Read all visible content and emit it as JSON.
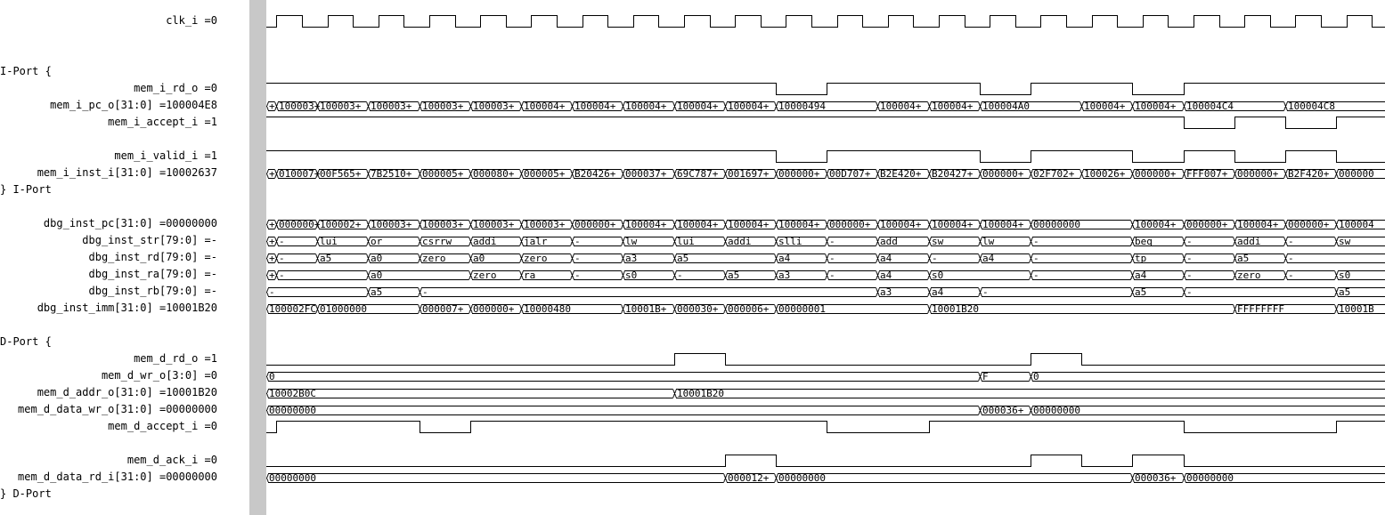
{
  "signal_names": [
    {
      "id": "clk",
      "text": "clk_i =0",
      "align": "right"
    },
    {
      "id": "iport-open",
      "text": "I-Port {",
      "align": "left"
    },
    {
      "id": "mem-i-rd",
      "text": "mem_i_rd_o =0",
      "align": "right"
    },
    {
      "id": "mem-i-pc",
      "text": "mem_i_pc_o[31:0] =100004E8",
      "align": "right"
    },
    {
      "id": "mem-i-accept",
      "text": "mem_i_accept_i =1",
      "align": "right"
    },
    {
      "id": "mem-i-valid",
      "text": "mem_i_valid_i =1",
      "align": "right"
    },
    {
      "id": "mem-i-inst",
      "text": "mem_i_inst_i[31:0] =10002637",
      "align": "right"
    },
    {
      "id": "iport-close",
      "text": "} I-Port",
      "align": "left"
    },
    {
      "id": "dbg-inst-pc",
      "text": "dbg_inst_pc[31:0] =00000000",
      "align": "right"
    },
    {
      "id": "dbg-inst-str",
      "text": "dbg_inst_str[79:0] =-",
      "align": "right"
    },
    {
      "id": "dbg-inst-rd",
      "text": "dbg_inst_rd[79:0] =-",
      "align": "right"
    },
    {
      "id": "dbg-inst-ra",
      "text": "dbg_inst_ra[79:0] =-",
      "align": "right"
    },
    {
      "id": "dbg-inst-rb",
      "text": "dbg_inst_rb[79:0] =-",
      "align": "right"
    },
    {
      "id": "dbg-inst-imm",
      "text": "dbg_inst_imm[31:0] =10001B20",
      "align": "right"
    },
    {
      "id": "dport-open",
      "text": "D-Port {",
      "align": "left"
    },
    {
      "id": "mem-d-rd",
      "text": "mem_d_rd_o =1",
      "align": "right"
    },
    {
      "id": "mem-d-wr",
      "text": "mem_d_wr_o[3:0] =0",
      "align": "right"
    },
    {
      "id": "mem-d-addr",
      "text": "mem_d_addr_o[31:0] =10001B20",
      "align": "right"
    },
    {
      "id": "mem-d-data-wr",
      "text": "mem_d_data_wr_o[31:0] =00000000",
      "align": "right"
    },
    {
      "id": "mem-d-accept",
      "text": "mem_d_accept_i =0",
      "align": "right"
    },
    {
      "id": "mem-d-ack",
      "text": "mem_d_ack_i =0",
      "align": "right"
    },
    {
      "id": "mem-d-data-rd",
      "text": "mem_d_data_rd_i[31:0] =00000000",
      "align": "right"
    },
    {
      "id": "dport-close",
      "text": "} D-Port",
      "align": "left"
    }
  ],
  "cycle_ticks": 22,
  "waves": [
    {
      "id": "mem-i-rd",
      "type": "bit",
      "initial": 1,
      "toggles": [
        10,
        11,
        14,
        15,
        17,
        18
      ]
    },
    {
      "id": "mem-i-pc",
      "type": "bus",
      "values": [
        {
          "s": 0,
          "e": 0.2,
          "v": "+"
        },
        {
          "s": 0.2,
          "e": 1,
          "v": "100003+"
        },
        {
          "s": 1,
          "e": 2,
          "v": "100003+"
        },
        {
          "s": 2,
          "e": 3,
          "v": "100003+"
        },
        {
          "s": 3,
          "e": 4,
          "v": "100003+"
        },
        {
          "s": 4,
          "e": 5,
          "v": "100003+"
        },
        {
          "s": 5,
          "e": 6,
          "v": "100004+"
        },
        {
          "s": 6,
          "e": 7,
          "v": "100004+"
        },
        {
          "s": 7,
          "e": 8,
          "v": "100004+"
        },
        {
          "s": 8,
          "e": 9,
          "v": "100004+"
        },
        {
          "s": 9,
          "e": 10,
          "v": "100004+"
        },
        {
          "s": 10,
          "e": 12,
          "v": "10000494"
        },
        {
          "s": 12,
          "e": 13,
          "v": "100004+"
        },
        {
          "s": 13,
          "e": 14,
          "v": "100004+"
        },
        {
          "s": 14,
          "e": 16,
          "v": "100004A0"
        },
        {
          "s": 16,
          "e": 17,
          "v": "100004+"
        },
        {
          "s": 17,
          "e": 18,
          "v": "100004+"
        },
        {
          "s": 18,
          "e": 20,
          "v": "100004C4"
        },
        {
          "s": 20,
          "e": 22,
          "v": "100004C8"
        }
      ]
    },
    {
      "id": "mem-i-accept",
      "type": "bit",
      "initial": 1,
      "toggles": [
        18,
        19,
        20,
        21
      ]
    },
    {
      "id": "mem-i-valid",
      "type": "bit",
      "initial": 1,
      "toggles": [
        10,
        11,
        14,
        15,
        17,
        18,
        19,
        20,
        21
      ]
    },
    {
      "id": "mem-i-inst",
      "type": "bus",
      "values": [
        {
          "s": 0,
          "e": 0.2,
          "v": "+"
        },
        {
          "s": 0.2,
          "e": 1,
          "v": "010007+"
        },
        {
          "s": 1,
          "e": 2,
          "v": "00F565+"
        },
        {
          "s": 2,
          "e": 3,
          "v": "7B2510+"
        },
        {
          "s": 3,
          "e": 4,
          "v": "000005+"
        },
        {
          "s": 4,
          "e": 5,
          "v": "000080+"
        },
        {
          "s": 5,
          "e": 6,
          "v": "000005+"
        },
        {
          "s": 6,
          "e": 7,
          "v": "B20426+"
        },
        {
          "s": 7,
          "e": 8,
          "v": "000037+"
        },
        {
          "s": 8,
          "e": 9,
          "v": "69C787+"
        },
        {
          "s": 9,
          "e": 10,
          "v": "001697+"
        },
        {
          "s": 10,
          "e": 11,
          "v": "000000+"
        },
        {
          "s": 11,
          "e": 12,
          "v": "00D707+"
        },
        {
          "s": 12,
          "e": 13,
          "v": "B2E420+"
        },
        {
          "s": 13,
          "e": 14,
          "v": "B20427+"
        },
        {
          "s": 14,
          "e": 15,
          "v": "000000+"
        },
        {
          "s": 15,
          "e": 16,
          "v": "02F702+"
        },
        {
          "s": 16,
          "e": 17,
          "v": "100026+"
        },
        {
          "s": 17,
          "e": 18,
          "v": "000000+"
        },
        {
          "s": 18,
          "e": 19,
          "v": "FFF007+"
        },
        {
          "s": 19,
          "e": 20,
          "v": "000000+"
        },
        {
          "s": 20,
          "e": 21,
          "v": "B2F420+"
        },
        {
          "s": 21,
          "e": 22,
          "v": "000000"
        }
      ]
    },
    {
      "id": "dbg-inst-pc",
      "type": "bus",
      "values": [
        {
          "s": 0,
          "e": 0.2,
          "v": "+"
        },
        {
          "s": 0.2,
          "e": 1,
          "v": "000000+"
        },
        {
          "s": 1,
          "e": 2,
          "v": "100002+"
        },
        {
          "s": 2,
          "e": 3,
          "v": "100003+"
        },
        {
          "s": 3,
          "e": 4,
          "v": "100003+"
        },
        {
          "s": 4,
          "e": 5,
          "v": "100003+"
        },
        {
          "s": 5,
          "e": 6,
          "v": "100003+"
        },
        {
          "s": 6,
          "e": 7,
          "v": "000000+"
        },
        {
          "s": 7,
          "e": 8,
          "v": "100004+"
        },
        {
          "s": 8,
          "e": 9,
          "v": "100004+"
        },
        {
          "s": 9,
          "e": 10,
          "v": "100004+"
        },
        {
          "s": 10,
          "e": 11,
          "v": "100004+"
        },
        {
          "s": 11,
          "e": 12,
          "v": "000000+"
        },
        {
          "s": 12,
          "e": 13,
          "v": "100004+"
        },
        {
          "s": 13,
          "e": 14,
          "v": "100004+"
        },
        {
          "s": 14,
          "e": 15,
          "v": "100004+"
        },
        {
          "s": 15,
          "e": 17,
          "v": "00000000"
        },
        {
          "s": 17,
          "e": 18,
          "v": "100004+"
        },
        {
          "s": 18,
          "e": 19,
          "v": "000000+"
        },
        {
          "s": 19,
          "e": 20,
          "v": "100004+"
        },
        {
          "s": 20,
          "e": 21,
          "v": "000000+"
        },
        {
          "s": 21,
          "e": 22,
          "v": "100004"
        }
      ]
    },
    {
      "id": "dbg-inst-str",
      "type": "bus",
      "values": [
        {
          "s": 0,
          "e": 0.2,
          "v": "+"
        },
        {
          "s": 0.2,
          "e": 1,
          "v": "-"
        },
        {
          "s": 1,
          "e": 2,
          "v": "lui"
        },
        {
          "s": 2,
          "e": 3,
          "v": "or"
        },
        {
          "s": 3,
          "e": 4,
          "v": "csrrw"
        },
        {
          "s": 4,
          "e": 5,
          "v": "addi"
        },
        {
          "s": 5,
          "e": 6,
          "v": "jalr"
        },
        {
          "s": 6,
          "e": 7,
          "v": "-"
        },
        {
          "s": 7,
          "e": 8,
          "v": "lw"
        },
        {
          "s": 8,
          "e": 9,
          "v": "lui"
        },
        {
          "s": 9,
          "e": 10,
          "v": "addi"
        },
        {
          "s": 10,
          "e": 11,
          "v": "slli"
        },
        {
          "s": 11,
          "e": 12,
          "v": "-"
        },
        {
          "s": 12,
          "e": 13,
          "v": "add"
        },
        {
          "s": 13,
          "e": 14,
          "v": "sw"
        },
        {
          "s": 14,
          "e": 15,
          "v": "lw"
        },
        {
          "s": 15,
          "e": 17,
          "v": "-"
        },
        {
          "s": 17,
          "e": 18,
          "v": "beq"
        },
        {
          "s": 18,
          "e": 19,
          "v": "-"
        },
        {
          "s": 19,
          "e": 20,
          "v": "addi"
        },
        {
          "s": 20,
          "e": 21,
          "v": "-"
        },
        {
          "s": 21,
          "e": 22,
          "v": "sw"
        }
      ]
    },
    {
      "id": "dbg-inst-rd",
      "type": "bus",
      "values": [
        {
          "s": 0,
          "e": 0.2,
          "v": "+"
        },
        {
          "s": 0.2,
          "e": 1,
          "v": "-"
        },
        {
          "s": 1,
          "e": 2,
          "v": "a5"
        },
        {
          "s": 2,
          "e": 3,
          "v": "a0"
        },
        {
          "s": 3,
          "e": 4,
          "v": "zero"
        },
        {
          "s": 4,
          "e": 5,
          "v": "a0"
        },
        {
          "s": 5,
          "e": 6,
          "v": "zero"
        },
        {
          "s": 6,
          "e": 7,
          "v": "-"
        },
        {
          "s": 7,
          "e": 8,
          "v": "a3"
        },
        {
          "s": 8,
          "e": 10,
          "v": "a5"
        },
        {
          "s": 10,
          "e": 11,
          "v": "a4"
        },
        {
          "s": 11,
          "e": 12,
          "v": "-"
        },
        {
          "s": 12,
          "e": 13,
          "v": "a4"
        },
        {
          "s": 13,
          "e": 14,
          "v": "-"
        },
        {
          "s": 14,
          "e": 15,
          "v": "a4"
        },
        {
          "s": 15,
          "e": 17,
          "v": "-"
        },
        {
          "s": 17,
          "e": 18,
          "v": "tp"
        },
        {
          "s": 18,
          "e": 19,
          "v": "-"
        },
        {
          "s": 19,
          "e": 20,
          "v": "a5"
        },
        {
          "s": 20,
          "e": 22,
          "v": "-"
        }
      ]
    },
    {
      "id": "dbg-inst-ra",
      "type": "bus",
      "values": [
        {
          "s": 0,
          "e": 0.2,
          "v": "+"
        },
        {
          "s": 0.2,
          "e": 2,
          "v": "-"
        },
        {
          "s": 2,
          "e": 4,
          "v": "a0"
        },
        {
          "s": 4,
          "e": 5,
          "v": "zero"
        },
        {
          "s": 5,
          "e": 6,
          "v": "ra"
        },
        {
          "s": 6,
          "e": 7,
          "v": "-"
        },
        {
          "s": 7,
          "e": 8,
          "v": "s0"
        },
        {
          "s": 8,
          "e": 9,
          "v": "-"
        },
        {
          "s": 9,
          "e": 10,
          "v": "a5"
        },
        {
          "s": 10,
          "e": 11,
          "v": "a3"
        },
        {
          "s": 11,
          "e": 12,
          "v": "-"
        },
        {
          "s": 12,
          "e": 13,
          "v": "a4"
        },
        {
          "s": 13,
          "e": 15,
          "v": "s0"
        },
        {
          "s": 15,
          "e": 17,
          "v": "-"
        },
        {
          "s": 17,
          "e": 18,
          "v": "a4"
        },
        {
          "s": 18,
          "e": 19,
          "v": "-"
        },
        {
          "s": 19,
          "e": 20,
          "v": "zero"
        },
        {
          "s": 20,
          "e": 21,
          "v": "-"
        },
        {
          "s": 21,
          "e": 22,
          "v": "s0"
        }
      ]
    },
    {
      "id": "dbg-inst-rb",
      "type": "bus",
      "values": [
        {
          "s": 0,
          "e": 2,
          "v": "-"
        },
        {
          "s": 2,
          "e": 3,
          "v": "a5"
        },
        {
          "s": 3,
          "e": 12,
          "v": "-"
        },
        {
          "s": 12,
          "e": 13,
          "v": "a3"
        },
        {
          "s": 13,
          "e": 14,
          "v": "a4"
        },
        {
          "s": 14,
          "e": 17,
          "v": "-"
        },
        {
          "s": 17,
          "e": 18,
          "v": "a5"
        },
        {
          "s": 18,
          "e": 21,
          "v": "-"
        },
        {
          "s": 21,
          "e": 22,
          "v": "a5"
        }
      ]
    },
    {
      "id": "dbg-inst-imm",
      "type": "bus",
      "values": [
        {
          "s": 0,
          "e": 1,
          "v": "100002FC"
        },
        {
          "s": 1,
          "e": 3,
          "v": "01000000"
        },
        {
          "s": 3,
          "e": 4,
          "v": "000007+"
        },
        {
          "s": 4,
          "e": 5,
          "v": "000000+"
        },
        {
          "s": 5,
          "e": 7,
          "v": "10000480"
        },
        {
          "s": 7,
          "e": 8,
          "v": "10001B+"
        },
        {
          "s": 8,
          "e": 9,
          "v": "000030+"
        },
        {
          "s": 9,
          "e": 10,
          "v": "000006+"
        },
        {
          "s": 10,
          "e": 13,
          "v": "00000001"
        },
        {
          "s": 13,
          "e": 19,
          "v": "10001B20"
        },
        {
          "s": 19,
          "e": 21,
          "v": "FFFFFFFF"
        },
        {
          "s": 21,
          "e": 22,
          "v": "10001B"
        }
      ]
    },
    {
      "id": "mem-d-rd",
      "type": "bit",
      "initial": 0,
      "toggles": [
        8,
        9,
        15,
        16
      ]
    },
    {
      "id": "mem-d-wr",
      "type": "bus",
      "values": [
        {
          "s": 0,
          "e": 14,
          "v": "0"
        },
        {
          "s": 14,
          "e": 15,
          "v": "F"
        },
        {
          "s": 15,
          "e": 22,
          "v": "0"
        }
      ]
    },
    {
      "id": "mem-d-addr",
      "type": "bus",
      "values": [
        {
          "s": 0,
          "e": 8,
          "v": "10002B0C"
        },
        {
          "s": 8,
          "e": 22,
          "v": "10001B20"
        }
      ]
    },
    {
      "id": "mem-d-data-wr",
      "type": "bus",
      "values": [
        {
          "s": 0,
          "e": 14,
          "v": "00000000"
        },
        {
          "s": 14,
          "e": 15,
          "v": "000036+"
        },
        {
          "s": 15,
          "e": 22,
          "v": "00000000"
        }
      ]
    },
    {
      "id": "mem-d-accept",
      "type": "bit",
      "initial": 0,
      "toggles": [
        0.2,
        3,
        4,
        11,
        13,
        18,
        21
      ]
    },
    {
      "id": "mem-d-ack",
      "type": "bit",
      "initial": 0,
      "toggles": [
        9,
        10,
        15,
        16,
        17,
        18
      ]
    },
    {
      "id": "mem-d-data-rd",
      "type": "bus",
      "values": [
        {
          "s": 0,
          "e": 9,
          "v": "00000000"
        },
        {
          "s": 9,
          "e": 10,
          "v": "000012+"
        },
        {
          "s": 10,
          "e": 17,
          "v": "00000000"
        },
        {
          "s": 17,
          "e": 18,
          "v": "000036+"
        },
        {
          "s": 18,
          "e": 22,
          "v": "00000000"
        }
      ]
    }
  ]
}
